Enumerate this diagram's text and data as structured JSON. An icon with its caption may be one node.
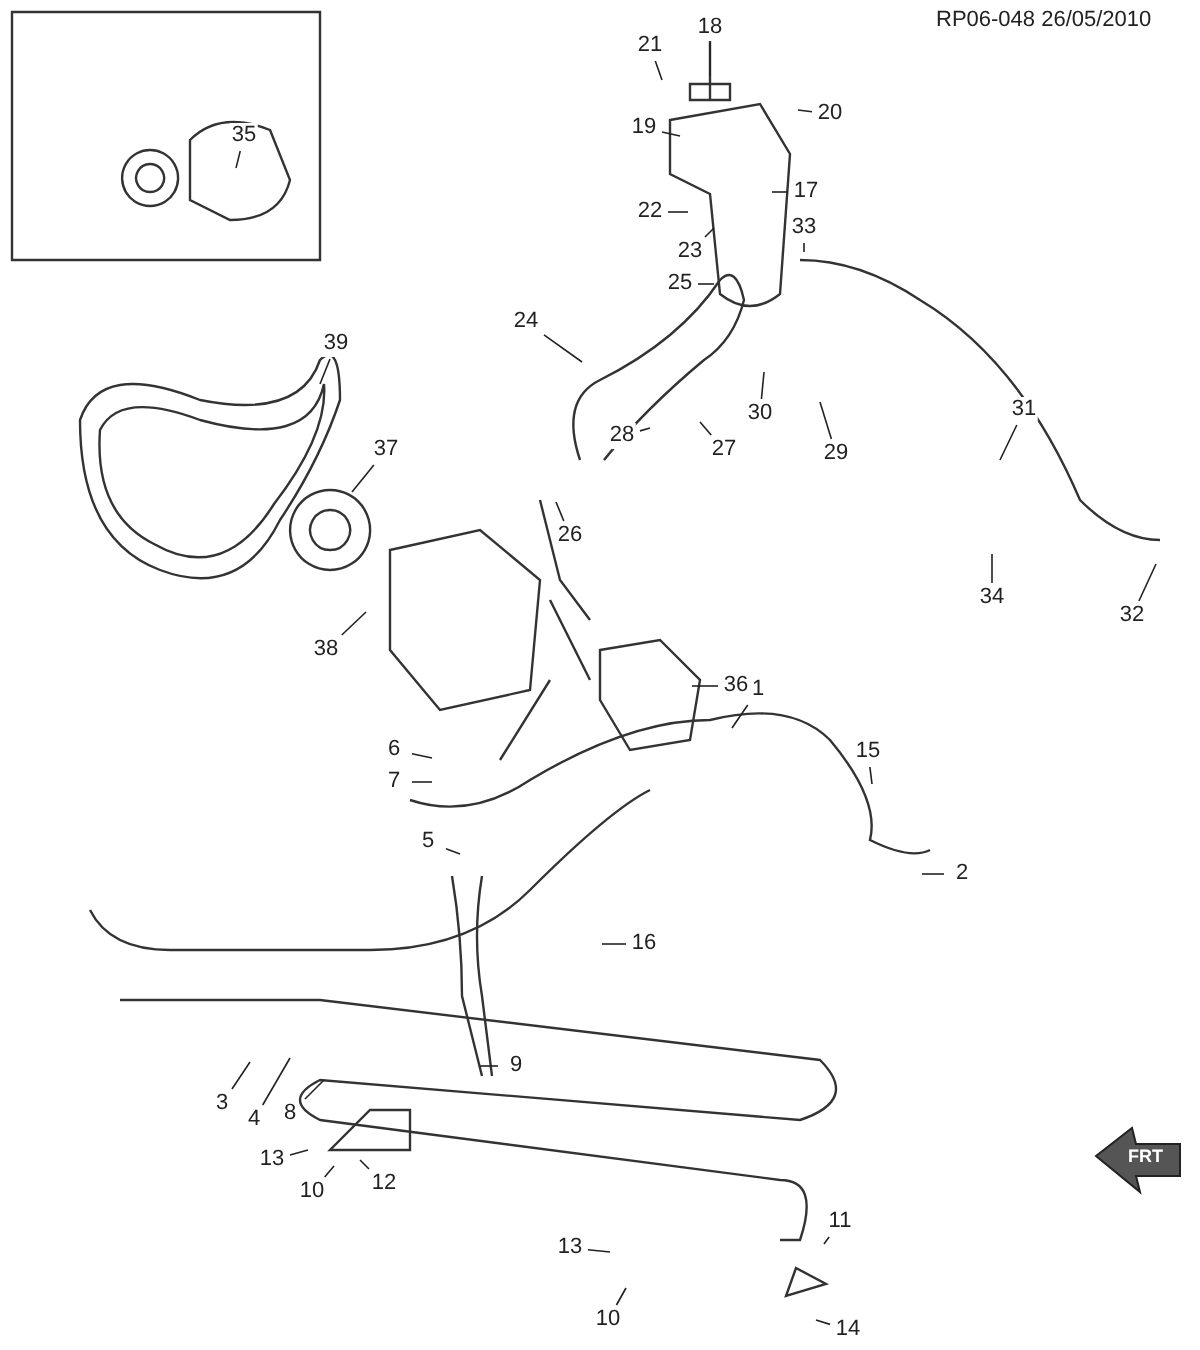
{
  "diagram": {
    "nodes": [
      {
        "text": [
          "35"
        ]
      },
      {
        "text": [
          "18"
        ]
      },
      {
        "text": [
          "21"
        ]
      },
      {
        "text": [
          "20"
        ]
      },
      {
        "text": [
          "19"
        ]
      },
      {
        "text": [
          "17"
        ]
      },
      {
        "text": [
          "22"
        ]
      },
      {
        "text": [
          "33"
        ]
      },
      {
        "text": [
          "23"
        ]
      },
      {
        "text": [
          "25"
        ]
      },
      {
        "text": [
          "24"
        ]
      },
      {
        "text": [
          "39"
        ]
      },
      {
        "text": [
          "30"
        ]
      },
      {
        "text": [
          "31"
        ]
      },
      {
        "text": [
          "27"
        ]
      },
      {
        "text": [
          "28"
        ]
      },
      {
        "text": [
          "29"
        ]
      },
      {
        "text": [
          "37"
        ]
      },
      {
        "text": [
          "26"
        ]
      },
      {
        "text": [
          "34"
        ]
      },
      {
        "text": [
          "32"
        ]
      },
      {
        "text": [
          "38"
        ]
      },
      {
        "text": [
          "36"
        ]
      },
      {
        "text": [
          "1"
        ]
      },
      {
        "text": [
          "6"
        ]
      },
      {
        "text": [
          "15"
        ]
      },
      {
        "text": [
          "7"
        ]
      },
      {
        "text": [
          "5"
        ]
      },
      {
        "text": [
          "2"
        ]
      },
      {
        "text": [
          "16"
        ]
      },
      {
        "text": [
          "9"
        ]
      },
      {
        "text": [
          "3"
        ]
      },
      {
        "text": [
          "4"
        ]
      },
      {
        "text": [
          "8"
        ]
      },
      {
        "text": [
          "13"
        ]
      },
      {
        "text": [
          "10"
        ]
      },
      {
        "text": [
          "12"
        ]
      },
      {
        "text": [
          "11"
        ]
      },
      {
        "text": [
          "13"
        ]
      },
      {
        "text": [
          "10"
        ]
      },
      {
        "text": [
          "14"
        ]
      }
    ],
    "edges": [
      {
        "from": 0,
        "to": null,
        "arrow": "none"
      },
      {
        "from": 1,
        "to": null,
        "arrow": "none"
      },
      {
        "from": 2,
        "to": null,
        "arrow": "none"
      },
      {
        "from": 3,
        "to": null,
        "arrow": "none"
      },
      {
        "from": 4,
        "to": null,
        "arrow": "none"
      },
      {
        "from": 5,
        "to": null,
        "arrow": "none"
      },
      {
        "from": 6,
        "to": null,
        "arrow": "none"
      },
      {
        "from": 7,
        "to": null,
        "arrow": "none"
      },
      {
        "from": 8,
        "to": null,
        "arrow": "none"
      },
      {
        "from": 9,
        "to": null,
        "arrow": "none"
      },
      {
        "from": 10,
        "to": null,
        "arrow": "none"
      },
      {
        "from": 11,
        "to": null,
        "arrow": "none"
      },
      {
        "from": 12,
        "to": null,
        "arrow": "none"
      },
      {
        "from": 13,
        "to": null,
        "arrow": "none"
      },
      {
        "from": 14,
        "to": null,
        "arrow": "none"
      },
      {
        "from": 15,
        "to": null,
        "arrow": "none"
      },
      {
        "from": 16,
        "to": null,
        "arrow": "none"
      },
      {
        "from": 17,
        "to": null,
        "arrow": "none"
      },
      {
        "from": 18,
        "to": null,
        "arrow": "none"
      },
      {
        "from": 19,
        "to": null,
        "arrow": "none"
      },
      {
        "from": 20,
        "to": null,
        "arrow": "none"
      },
      {
        "from": 21,
        "to": null,
        "arrow": "none"
      },
      {
        "from": 22,
        "to": null,
        "arrow": "none"
      },
      {
        "from": 23,
        "to": null,
        "arrow": "none"
      },
      {
        "from": 24,
        "to": null,
        "arrow": "none"
      },
      {
        "from": 25,
        "to": null,
        "arrow": "none"
      },
      {
        "from": 26,
        "to": null,
        "arrow": "none"
      },
      {
        "from": 27,
        "to": null,
        "arrow": "none"
      },
      {
        "from": 28,
        "to": null,
        "arrow": "none"
      },
      {
        "from": 29,
        "to": null,
        "arrow": "none"
      },
      {
        "from": 30,
        "to": null,
        "arrow": "none"
      },
      {
        "from": 31,
        "to": null,
        "arrow": "none"
      },
      {
        "from": 32,
        "to": null,
        "arrow": "none"
      },
      {
        "from": 33,
        "to": null,
        "arrow": "none"
      },
      {
        "from": 34,
        "to": null,
        "arrow": "none"
      },
      {
        "from": 35,
        "to": null,
        "arrow": "none"
      },
      {
        "from": 36,
        "to": null,
        "arrow": "none"
      },
      {
        "from": 37,
        "to": null,
        "arrow": "none"
      },
      {
        "from": 38,
        "to": null,
        "arrow": "none"
      },
      {
        "from": 39,
        "to": null,
        "arrow": "none"
      },
      {
        "from": 40,
        "to": null,
        "arrow": "none"
      }
    ],
    "labels": [
      "RP06-048 26/05/2010",
      "FRT"
    ]
  }
}
